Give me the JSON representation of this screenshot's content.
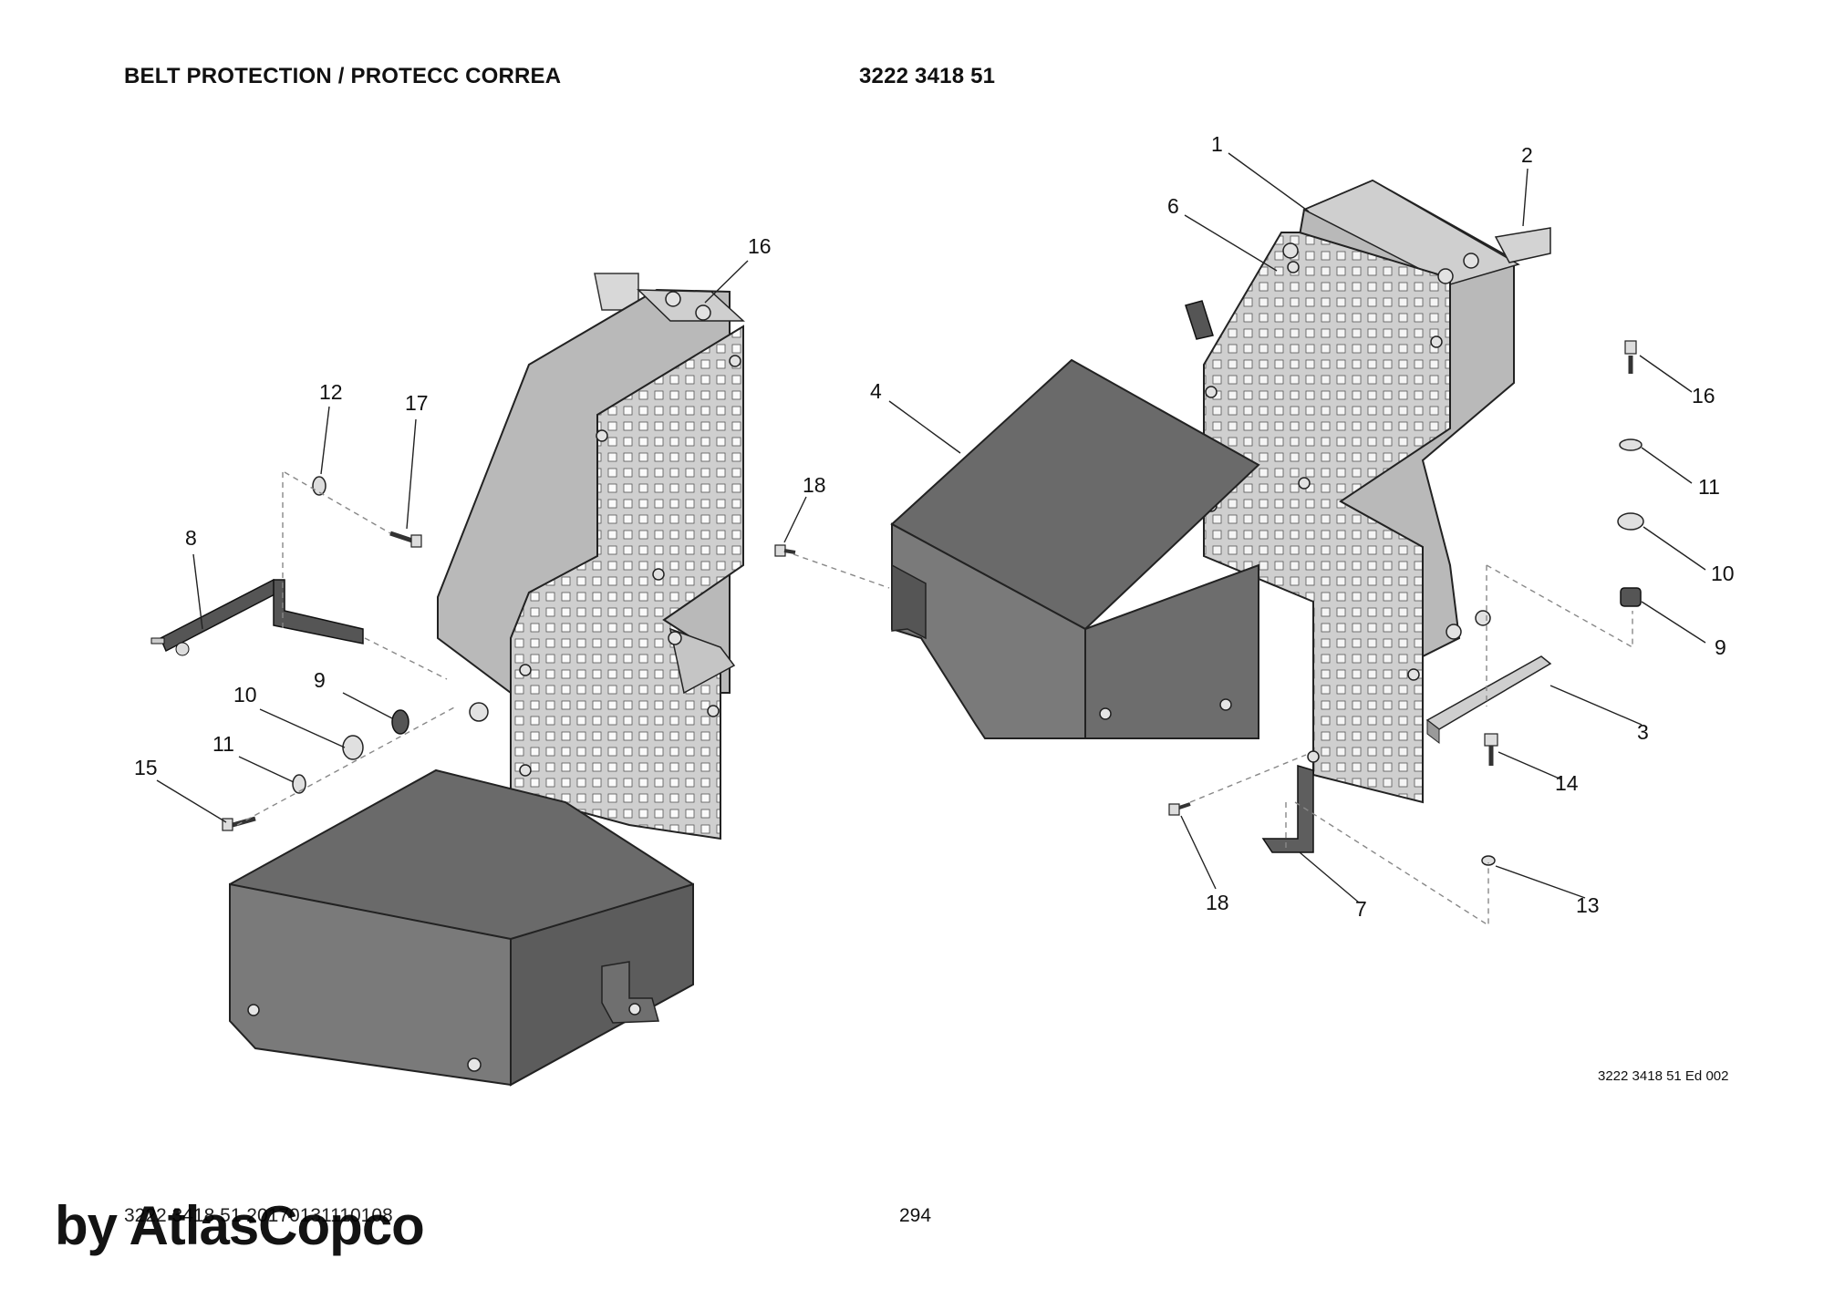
{
  "header": {
    "title": "BELT PROTECTION / PROTECC CORREA",
    "doc_number": "3222 3418 51"
  },
  "left_assembly": {
    "callouts": [
      "16",
      "12",
      "17",
      "8",
      "9",
      "10",
      "11",
      "15"
    ]
  },
  "right_assembly": {
    "callouts": [
      "1",
      "2",
      "6",
      "4",
      "18",
      "16",
      "11",
      "10",
      "9",
      "3",
      "14",
      "18",
      "7",
      "13"
    ]
  },
  "edition": "3222 3418 51 Ed 002",
  "footer": {
    "code": "3222 3418 51 20170131110108",
    "page": "294"
  },
  "watermark": "by AtlasCopco"
}
